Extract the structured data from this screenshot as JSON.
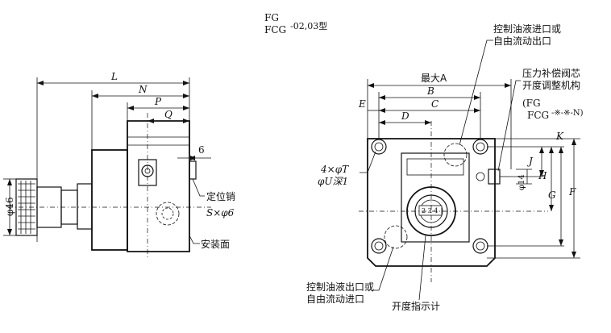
{
  "title": {
    "line1": "FG",
    "line2": "FCG",
    "suffix": "-02,03型"
  },
  "left_view": {
    "dims": {
      "L": "L",
      "N": "N",
      "P": "P",
      "Q": "Q",
      "six": "6",
      "dia46": "φ46"
    },
    "labels": {
      "locating_pin": "定位销",
      "pin_spec": "S×φ6",
      "mounting_face": "安装面"
    }
  },
  "right_view": {
    "dims": {
      "maxA": "最大A",
      "B": "B",
      "C": "C",
      "D": "D",
      "E": "E",
      "F": "F",
      "G": "G",
      "H": "H",
      "J": "J",
      "K": "K",
      "dia14": "φ14"
    },
    "labels": {
      "top_port_line1": "控制油液进口或",
      "top_port_line2": "自由流动出口",
      "comp_line1": "压力补偿阀芯",
      "comp_line2": "开度调整机构",
      "comp_model1": "(FG",
      "comp_model2": "FCG",
      "comp_model_suffix": "-※-※-N)",
      "holes_line1": "4×φT",
      "holes_line2": "φU深1",
      "bottom_port_line1": "控制油液出口或",
      "bottom_port_line2": "自由流动进口",
      "indicator": "开度指示计",
      "dial_value": "2 3 4"
    }
  }
}
